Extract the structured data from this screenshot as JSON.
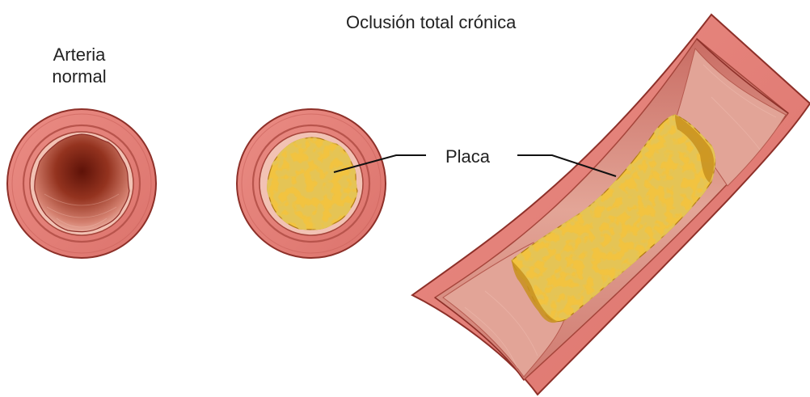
{
  "labels": {
    "normal_artery": "Arteria normal",
    "chronic_total_occlusion": "Oclusión total crónica",
    "plaque": "Placa"
  },
  "colors": {
    "vessel_wall": "#e47f78",
    "vessel_outline": "#8e3029",
    "lumen_dark": "#6b1a0e",
    "lumen_light": "#e7a193",
    "plaque_yellow": "#f2c341",
    "plaque_shadow": "#c8901e",
    "plaque_highlight": "#fbe07a",
    "leader_line": "#111111"
  }
}
